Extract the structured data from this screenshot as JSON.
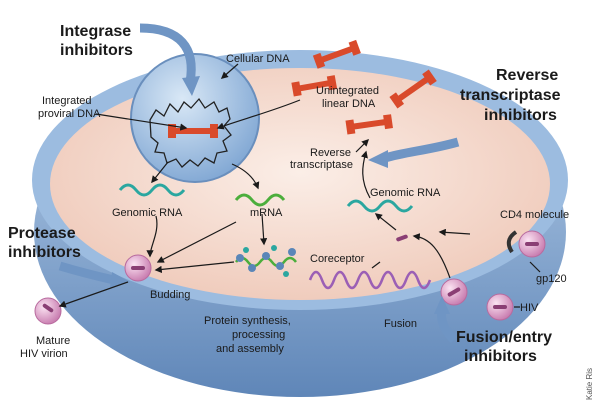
{
  "colors": {
    "cell_rim": "#8fb4db",
    "cell_rim_dark": "#5f86b8",
    "cytoplasm": "#f6ddd2",
    "nucleus": "#a9c6e6",
    "viral_dna": "#d94a2b",
    "rna": "#2ba7a0",
    "virion": "#e6a6cf",
    "arrow": "#6f95c4",
    "coreceptor": "#9b5fb5"
  },
  "labels": {
    "integrase_1": "Integrase",
    "integrase_2": "inhibitors",
    "cellular_dna": "Cellular DNA",
    "integrated_1": "Integrated",
    "integrated_2": "proviral DNA",
    "unintegrated_1": "Unintegrated",
    "unintegrated_2": "linear DNA",
    "rt_inhib_1": "Reverse",
    "rt_inhib_2": "transcriptase",
    "rt_inhib_3": "inhibitors",
    "rt_1": "Reverse",
    "rt_2": "transcriptase",
    "genomic_rna_left": "Genomic RNA",
    "mrna": "mRNA",
    "genomic_rna_right": "Genomic RNA",
    "cd4": "CD4 molecule",
    "gp120": "gp120",
    "protease_1": "Protease",
    "protease_2": "inhibitors",
    "budding": "Budding",
    "coreceptor": "Coreceptor",
    "hiv": "HIV",
    "fusion": "Fusion",
    "protein_1": "Protein synthesis,",
    "protein_2": "processing",
    "protein_3": "and assembly",
    "mature_1": "Mature",
    "mature_2": "HIV virion",
    "fusion_inhib_1": "Fusion/entry",
    "fusion_inhib_2": "inhibitors",
    "credit": "Katie Ris"
  }
}
